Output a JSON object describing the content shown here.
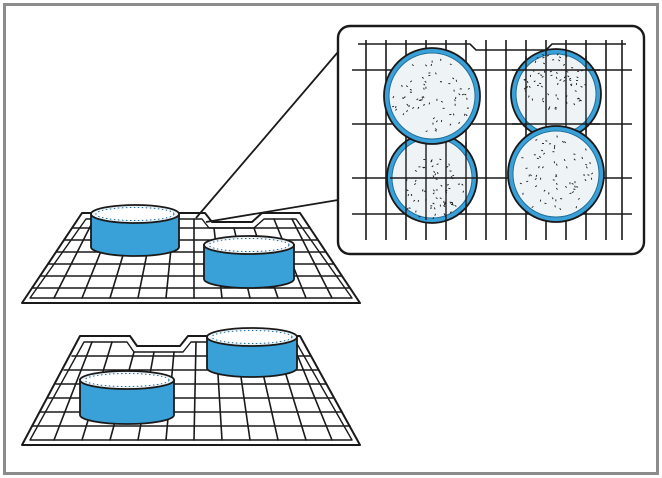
{
  "illustration": {
    "subject": "oven-rack-cake-pan-placement",
    "colors": {
      "frame": "#8c8c8c",
      "line": "#1a1a1a",
      "pan_blue": "#3aa0d8",
      "pan_blue_dark": "#1f6f9c",
      "batter": "#eef3f6",
      "background": "#ffffff"
    },
    "upper_rack": {
      "pan_count": 2
    },
    "lower_rack": {
      "pan_count": 2
    },
    "inset_top_view": {
      "pan_count": 4
    }
  }
}
